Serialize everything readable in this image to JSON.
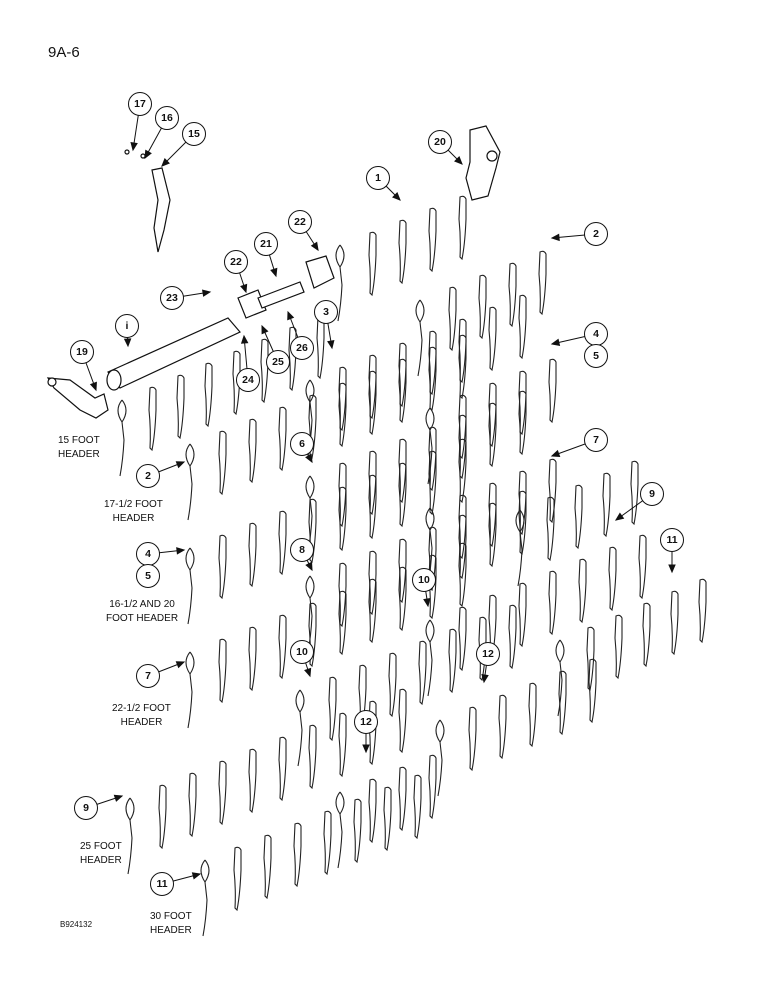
{
  "page": {
    "number": "9A-6",
    "figure_code": "B924132"
  },
  "headers": [
    {
      "id": "h15",
      "lines": [
        "15 FOOT",
        "HEADER"
      ]
    },
    {
      "id": "h17",
      "lines": [
        "17-1/2 FOOT",
        "HEADER"
      ]
    },
    {
      "id": "h16",
      "lines": [
        "16-1/2 AND 20",
        "FOOT HEADER"
      ]
    },
    {
      "id": "h22",
      "lines": [
        "22-1/2 FOOT",
        "HEADER"
      ]
    },
    {
      "id": "h25",
      "lines": [
        "25 FOOT",
        "HEADER"
      ]
    },
    {
      "id": "h30",
      "lines": [
        "30 FOOT",
        "HEADER"
      ]
    }
  ],
  "callouts": [
    "17",
    "16",
    "15",
    "20",
    "1",
    "22",
    "21",
    "22",
    "2",
    "23",
    "i",
    "3",
    "4",
    "5",
    "19",
    "24",
    "25",
    "26",
    "2",
    "6",
    "7",
    "9",
    "11",
    "4",
    "5",
    "8",
    "10",
    "10",
    "12",
    "7",
    "12",
    "9",
    "11"
  ]
}
